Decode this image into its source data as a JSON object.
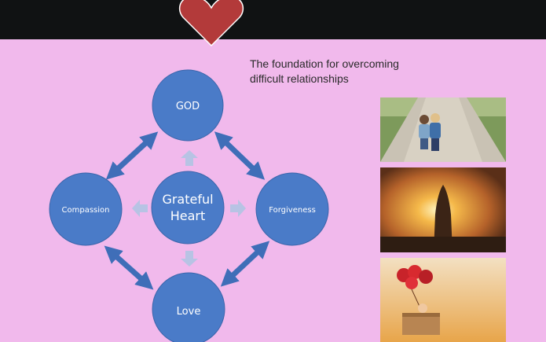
{
  "slide": {
    "title_line1": "The foundation for overcoming",
    "title_line2": "difficult relationships",
    "background_color": "#f1b9ec",
    "node_color": "#4a7bc8",
    "arrow_color": "#3f6eb8",
    "inner_arrow_color": "#b7c3e4"
  },
  "diagram": {
    "center_line1": "Grateful",
    "center_line2": "Heart",
    "top": "GOD",
    "left": "Compassion",
    "right": "Forgiveness",
    "bottom": "Love"
  },
  "topbar": {
    "color": "#101213",
    "icon": "heart-icon",
    "icon_color": "#b33a3a"
  },
  "photos": [
    {
      "name": "children-walking-photo"
    },
    {
      "name": "praying-hands-sunset-photo"
    },
    {
      "name": "balloons-box-photo"
    }
  ]
}
